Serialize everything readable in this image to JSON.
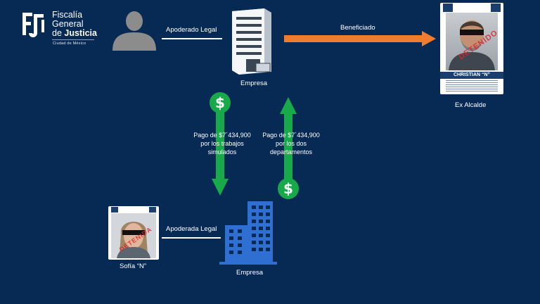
{
  "logo": {
    "line1": "Fiscalía",
    "line2": "General",
    "line3_prefix": "de ",
    "line3_bold": "Justicia",
    "sub": "Ciudad de México"
  },
  "labels": {
    "apoderado_legal": "Apoderado Legal",
    "beneficiado": "Beneficiado",
    "empresa_top": "Empresa",
    "ex_alcalde": "Ex Alcalde",
    "pago_trabajos": "Pago de $7´434,900\npor los trabajos\nsimulados",
    "pago_departamentos": "Pago de $7´434,900\npor los dos\ndepartamentos",
    "apoderada_legal": "Apoderada Legal",
    "sofia": "Sofía “N”",
    "empresa_bottom": "Empresa"
  },
  "cards": {
    "christian_name": "CHRISTIAN “N”",
    "stamp_text": "DETENIDO",
    "stamp_text_f": "DETENIDA"
  },
  "icons": {
    "money_symbol": "$"
  },
  "colors": {
    "background": "#072a55",
    "arrow_orange": "#ef7d2d",
    "arrow_green": "#17a94a",
    "line_white": "#ffffff"
  }
}
